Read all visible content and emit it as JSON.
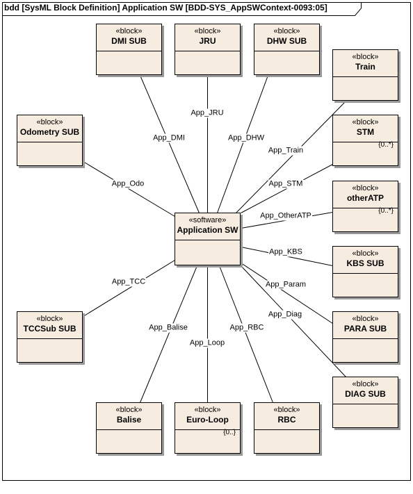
{
  "frame": {
    "title": "bdd [SysML Block Definition] Application SW [BDD-SYS_AppSWContext-0093:05]"
  },
  "center": {
    "stereotype": "«software»",
    "name": "Application SW"
  },
  "blocks": [
    {
      "id": "dmi",
      "stereotype": "«block»",
      "name": "DMI SUB",
      "multiplicity": ""
    },
    {
      "id": "jru",
      "stereotype": "«block»",
      "name": "JRU",
      "multiplicity": ""
    },
    {
      "id": "dhw",
      "stereotype": "«block»",
      "name": "DHW SUB",
      "multiplicity": ""
    },
    {
      "id": "train",
      "stereotype": "«block»",
      "name": "Train",
      "multiplicity": ""
    },
    {
      "id": "odo",
      "stereotype": "«block»",
      "name": "Odometry SUB",
      "multiplicity": ""
    },
    {
      "id": "stm",
      "stereotype": "«block»",
      "name": "STM",
      "multiplicity": "{0..*}"
    },
    {
      "id": "oatp",
      "stereotype": "«block»",
      "name": "otherATP",
      "multiplicity": "{0..*}"
    },
    {
      "id": "kbs",
      "stereotype": "«block»",
      "name": "KBS SUB",
      "multiplicity": ""
    },
    {
      "id": "tcc",
      "stereotype": "«block»",
      "name": "TCCSub SUB",
      "multiplicity": ""
    },
    {
      "id": "para",
      "stereotype": "«block»",
      "name": "PARA SUB",
      "multiplicity": ""
    },
    {
      "id": "diag",
      "stereotype": "«block»",
      "name": "DIAG SUB",
      "multiplicity": ""
    },
    {
      "id": "balise",
      "stereotype": "«block»",
      "name": "Balise",
      "multiplicity": ""
    },
    {
      "id": "loop",
      "stereotype": "«block»",
      "name": "Euro-Loop",
      "multiplicity": "{0..}"
    },
    {
      "id": "rbc",
      "stereotype": "«block»",
      "name": "RBC",
      "multiplicity": ""
    }
  ],
  "associations": [
    {
      "id": "dmi",
      "label": "App_DMI"
    },
    {
      "id": "jru",
      "label": "App_JRU"
    },
    {
      "id": "dhw",
      "label": "App_DHW"
    },
    {
      "id": "train",
      "label": "App_Train"
    },
    {
      "id": "odo",
      "label": "App_Odo"
    },
    {
      "id": "stm",
      "label": "App_STM"
    },
    {
      "id": "oatp",
      "label": "App_OtherATP"
    },
    {
      "id": "kbs",
      "label": "App_KBS"
    },
    {
      "id": "tcc",
      "label": "App_TCC"
    },
    {
      "id": "para",
      "label": "App_Param"
    },
    {
      "id": "diag",
      "label": "App_Diag"
    },
    {
      "id": "balise",
      "label": "App_Balise"
    },
    {
      "id": "loop",
      "label": "App_Loop"
    },
    {
      "id": "rbc",
      "label": "App_RBC"
    }
  ]
}
